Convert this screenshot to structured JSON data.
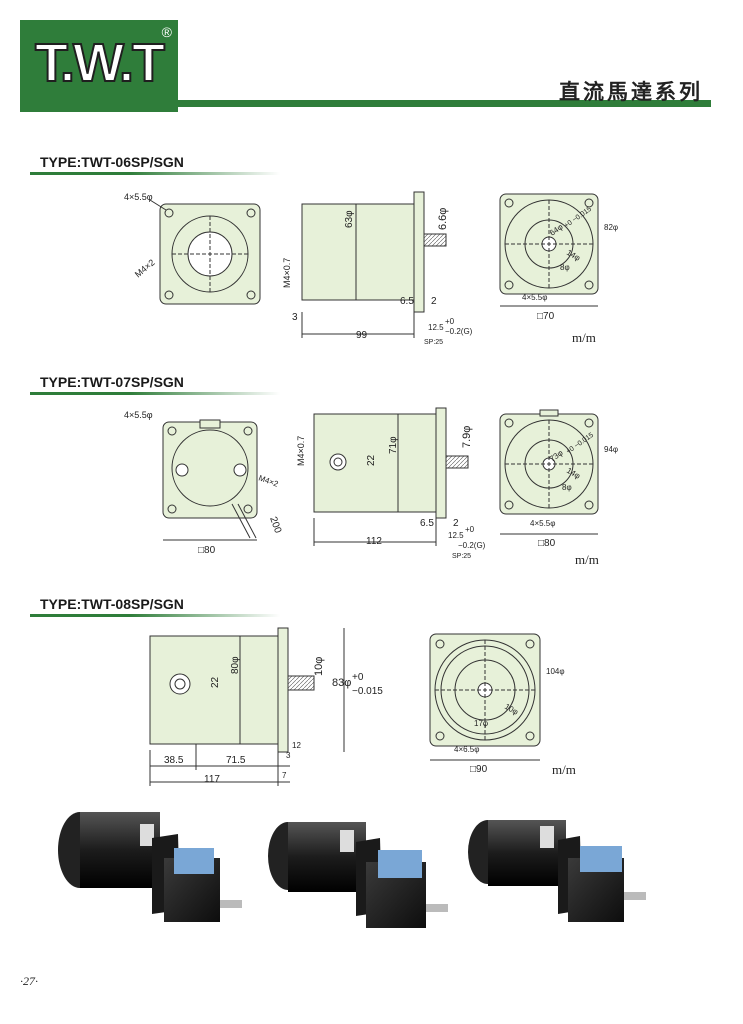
{
  "brand": {
    "logo_text": "T.W.T",
    "registered": "®"
  },
  "header": {
    "series_title": "直流馬達系列"
  },
  "sections": [
    {
      "title": "TYPE:TWT-06SP/SGN",
      "unit": "m/m",
      "front": {
        "holes": "4×5.5φ",
        "tap": "M4×2"
      },
      "side": {
        "dia": "63φ",
        "shaft": "6.6φ",
        "tap": "M4×0.7",
        "d65": "6.5",
        "d2": "2",
        "d3": "3",
        "length": "99",
        "shaft_len": "12.5",
        "tol_plus": "+0",
        "tol_minus": "−0.2(G)",
        "sp": "SP:25"
      },
      "flange": {
        "d64": "64φ",
        "tol": "+0\n−0.015",
        "d82": "82φ",
        "d14": "14φ",
        "d8": "8φ",
        "holes": "4×5.5φ",
        "square": "□70"
      }
    },
    {
      "title": "TYPE:TWT-07SP/SGN",
      "unit": "m/m",
      "front": {
        "holes": "4×5.5φ",
        "tap": "M4×2",
        "lead": "200",
        "square": "□80"
      },
      "side": {
        "tap": "M4×0.7",
        "d22": "22",
        "dia": "71φ",
        "shaft": "7.9φ",
        "d65": "6.5",
        "d2": "2",
        "length": "112",
        "shaft_len": "12.5",
        "tol_plus": "+0",
        "tol_minus": "−0.2(G)",
        "sp": "SP:25"
      },
      "flange": {
        "d73": "73φ",
        "tol": "+0 −0.015",
        "d94": "94φ",
        "d14": "14φ",
        "d8": "8φ",
        "holes": "4×5.5φ",
        "square": "□80"
      }
    },
    {
      "title": "TYPE:TWT-08SP/SGN",
      "unit": "m/m",
      "side": {
        "d22": "22",
        "dia": "80φ",
        "shaft": "10φ",
        "pilot": "83φ",
        "tol_plus": "+0",
        "tol_minus": "−0.015",
        "d385": "38.5",
        "d715": "71.5",
        "d3": "3",
        "d12": "12",
        "d7": "7",
        "length": "117"
      },
      "flange": {
        "d104": "104φ",
        "d10": "10φ",
        "d17": "17φ",
        "holes": "4×6.5φ",
        "square": "□90"
      }
    }
  ],
  "photos": [
    {
      "name": "motor-gearbox-06"
    },
    {
      "name": "motor-gearbox-07"
    },
    {
      "name": "motor-gearbox-08"
    }
  ],
  "colors": {
    "brand_green": "#2f7d3a",
    "drawing_fill": "#e7f1d9",
    "line": "#333333"
  },
  "footer": {
    "page_number": "·27·"
  }
}
